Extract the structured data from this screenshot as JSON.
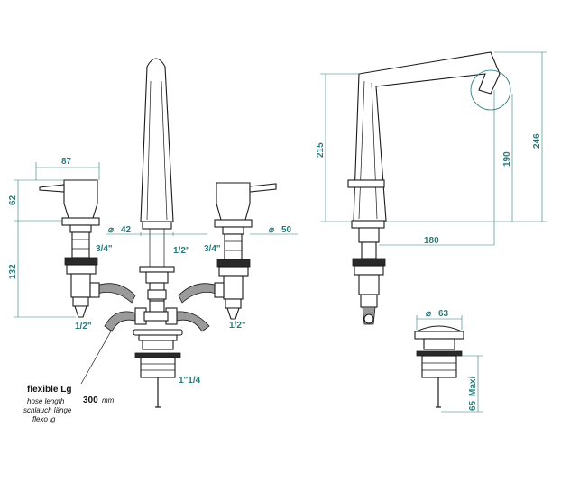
{
  "front_view": {
    "dim_87": "87",
    "dim_62": "62",
    "dim_132": "132",
    "dim_dia42": "42",
    "dim_dia50": "50",
    "thread_left_top": "3/4\"",
    "thread_left_bottom": "1/2\"",
    "thread_center": "1/2\"",
    "thread_right_top": "3/4\"",
    "thread_right_bottom": "1/2\"",
    "waste_thread": "1\"1/4"
  },
  "side_view": {
    "dim_215": "215",
    "dim_190": "190",
    "dim_246": "246",
    "dim_180": "180"
  },
  "waste_view": {
    "dim_dia63": "63",
    "dim_65": "65",
    "dim_maxi": "Maxi"
  },
  "hose_note": {
    "title": "flexible Lg",
    "line1": "hose length",
    "line2": "schlauch länge",
    "line3": "flexo lg",
    "length_value": "300",
    "length_unit": "mm"
  },
  "symbols": {
    "diameter": "⌀"
  },
  "colors": {
    "dimension": "#2b7a7a",
    "outline": "#1a1a1a",
    "shading": "#9a9a9a"
  }
}
